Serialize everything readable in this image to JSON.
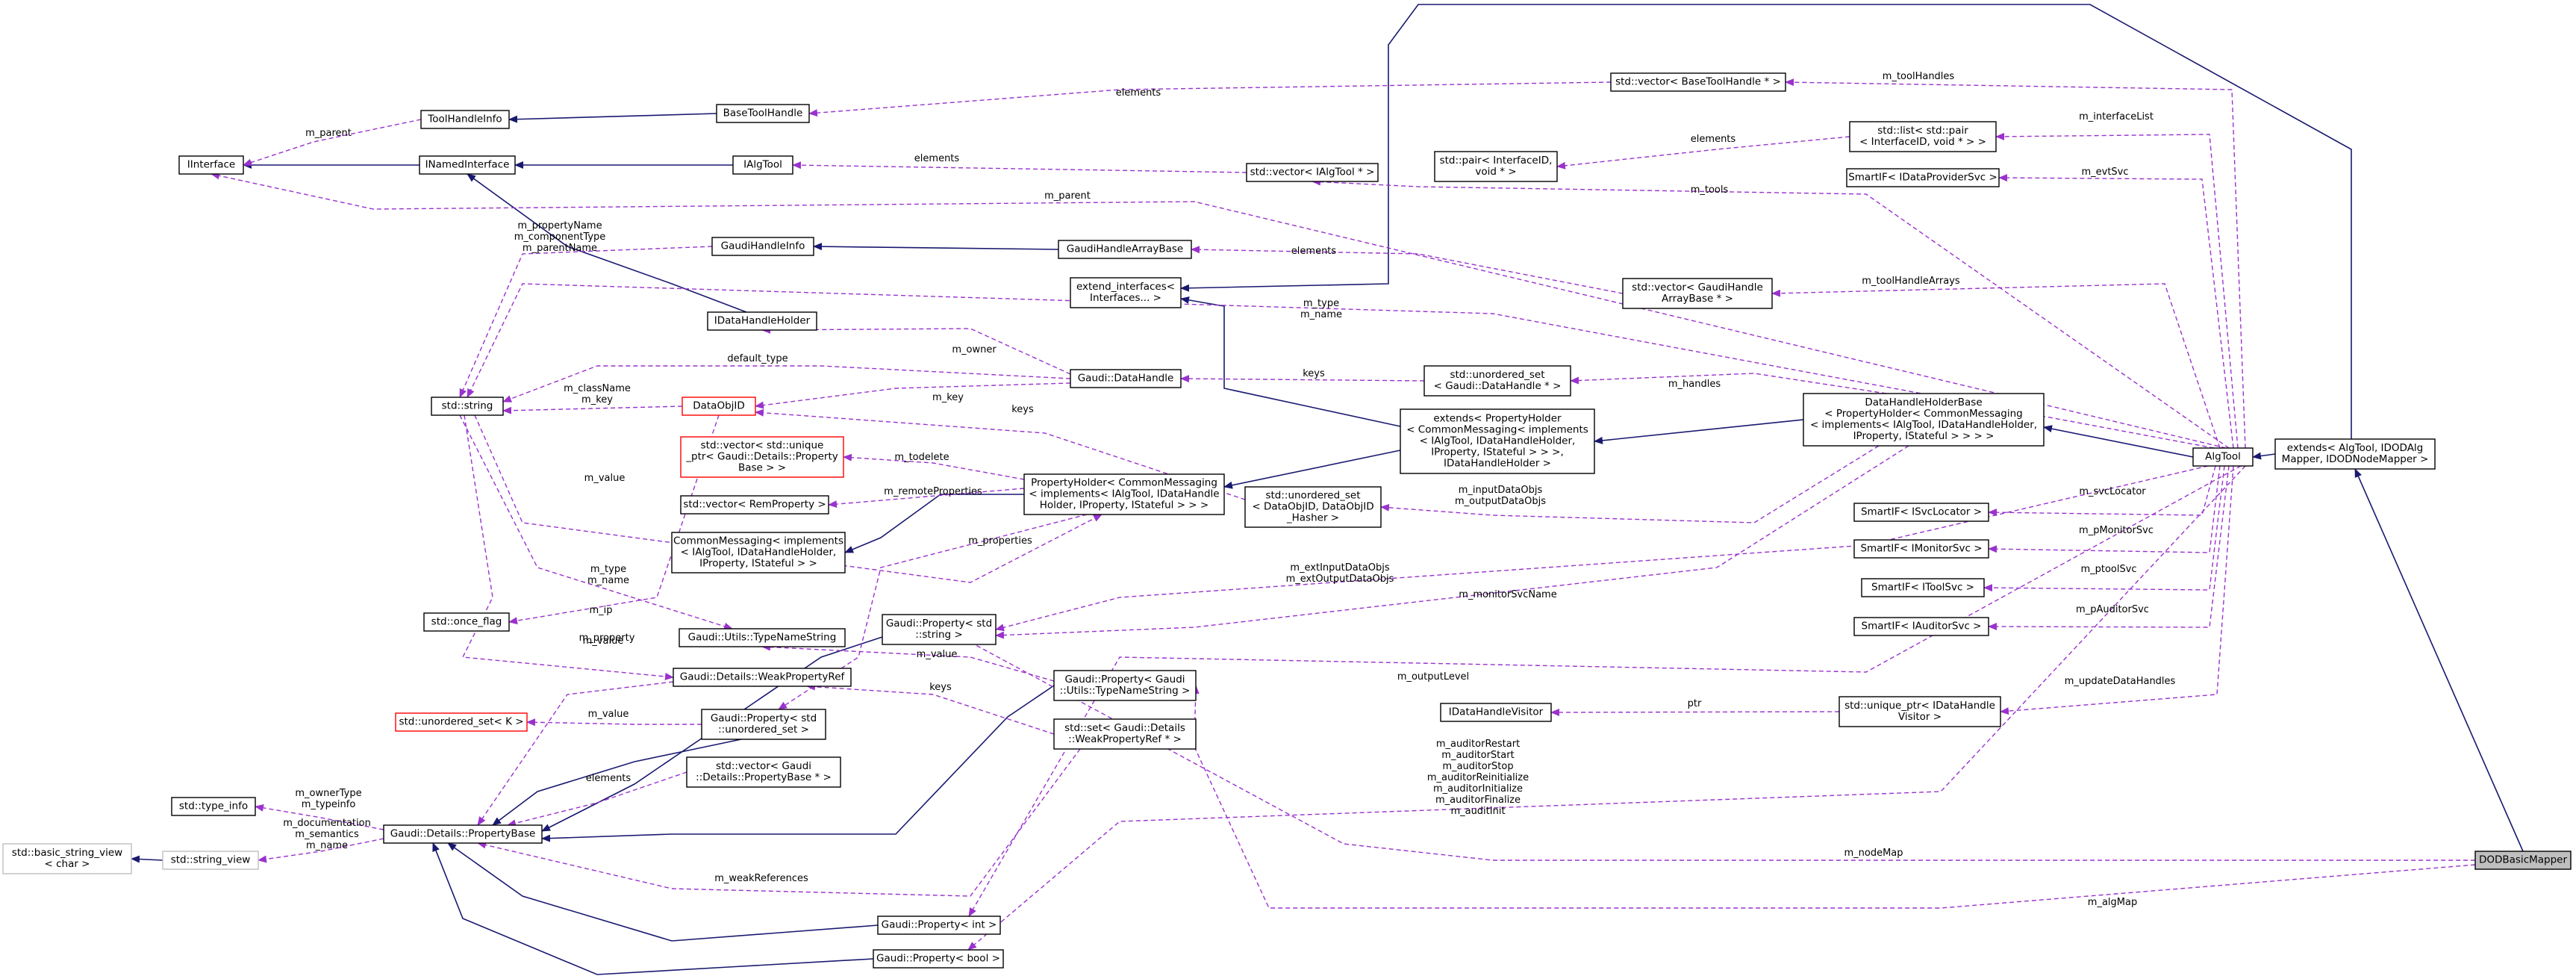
{
  "colors": {
    "inheritance": "#191970",
    "usage": "#9a32cd",
    "highlight": "#bfbfbf",
    "missing": "#ff0000",
    "external": "#bfbfbf"
  },
  "nodes": {
    "iinterface": [
      "IInterface"
    ],
    "toolhandleinfo": [
      "ToolHandleInfo"
    ],
    "inamedinterface": [
      "INamedInterface"
    ],
    "basetoolhandle": [
      "BaseToolHandle"
    ],
    "ialgtool": [
      "IAlgTool"
    ],
    "gaudihandleinfo": [
      "GaudiHandleInfo"
    ],
    "idatahandleholder": [
      "IDataHandleHolder"
    ],
    "stdstring": [
      "std::string"
    ],
    "dataobjid": [
      "DataObjID"
    ],
    "vec_unique_ptr": [
      "std::vector< std::unique",
      "_ptr< Gaudi::Details::Property",
      "Base > >"
    ],
    "vec_remprop": [
      "std::vector< RemProperty >"
    ],
    "commonmessaging": [
      "CommonMessaging< implements",
      "< IAlgTool, IDataHandleHolder,",
      "IProperty, IStateful > >"
    ],
    "once_flag": [
      "std::once_flag"
    ],
    "typenamestring": [
      "Gaudi::Utils::TypeNameString"
    ],
    "weakpropref": [
      "Gaudi::Details::WeakPropertyRef"
    ],
    "unordered_set_k": [
      "std::unordered_set< K >"
    ],
    "type_info": [
      "std::type_info"
    ],
    "basic_string_view": [
      "std::basic_string_view",
      "< char >"
    ],
    "string_view": [
      "std::string_view"
    ],
    "propertybase": [
      "Gaudi::Details::PropertyBase"
    ],
    "prop_unordered_set": [
      "Gaudi::Property< std",
      "::unordered_set >"
    ],
    "vec_propbase": [
      "std::vector< Gaudi",
      "::Details::PropertyBase * >"
    ],
    "prop_string": [
      "Gaudi::Property< std",
      "::string >"
    ],
    "prop_tns": [
      "Gaudi::Property< Gaudi",
      "::Utils::TypeNameString >"
    ],
    "set_weakpropref": [
      "std::set< Gaudi::Details",
      "::WeakPropertyRef * >"
    ],
    "prop_int": [
      "Gaudi::Property< int >"
    ],
    "prop_bool": [
      "Gaudi::Property< bool >"
    ],
    "propertyholder": [
      "PropertyHolder< CommonMessaging",
      "< implements< IAlgTool, IDataHandle",
      "Holder, IProperty, IStateful > > >"
    ],
    "datahandle": [
      "Gaudi::DataHandle"
    ],
    "gaudihandlearraybase": [
      "GaudiHandleArrayBase"
    ],
    "extend_interfaces": [
      "extend_interfaces<",
      "Interfaces... >"
    ],
    "vec_ialgtool": [
      "std::vector< IAlgTool * >"
    ],
    "vec_basetoolhandle": [
      "std::vector< BaseToolHandle * >"
    ],
    "pair_iid": [
      "std::pair< InterfaceID,",
      "void * >"
    ],
    "extends_propholder": [
      "extends< PropertyHolder",
      "< CommonMessaging< implements",
      "< IAlgTool, IDataHandleHolder,",
      "IProperty, IStateful > > >,",
      "IDataHandleHolder >"
    ],
    "unordered_set_dh": [
      "std::unordered_set",
      "< Gaudi::DataHandle * >"
    ],
    "unordered_set_dataobjid": [
      "std::unordered_set",
      "< DataObjID, DataObjID",
      "_Hasher >"
    ],
    "vec_gaudihandlearray": [
      "std::vector< GaudiHandle",
      "ArrayBase * >"
    ],
    "list_pair": [
      "std::list< std::pair",
      "< InterfaceID, void * > >"
    ],
    "smartif_dataprovider": [
      "SmartIF< IDataProviderSvc >"
    ],
    "datahandleholderbase": [
      "DataHandleHolderBase",
      "< PropertyHolder< CommonMessaging",
      "< implements< IAlgTool, IDataHandleHolder,",
      "IProperty, IStateful > > > >"
    ],
    "idatahandlevisitor": [
      "IDataHandleVisitor"
    ],
    "unique_ptr_visitor": [
      "std::unique_ptr< IDataHandle",
      "Visitor >"
    ],
    "smartif_svclocator": [
      "SmartIF< ISvcLocator >"
    ],
    "smartif_monitor": [
      "SmartIF< IMonitorSvc >"
    ],
    "smartif_toolsvc": [
      "SmartIF< IToolSvc >"
    ],
    "smartif_auditor": [
      "SmartIF< IAuditorSvc >"
    ],
    "algtool": [
      "AlgTool"
    ],
    "extends_algtool": [
      "extends< AlgTool, IDODAlg",
      "Mapper, IDODNodeMapper >"
    ],
    "dodbasicmapper": [
      "DODBasicMapper"
    ]
  },
  "edge_labels": {
    "m_parent_ti": [
      "m_parent"
    ],
    "elements_bth": [
      "elements"
    ],
    "elements_iat": [
      "elements"
    ],
    "elements_gha": [
      "elements"
    ],
    "elements_pair": [
      "elements"
    ],
    "m_toolHandles": [
      "m_toolHandles"
    ],
    "m_interfaceList": [
      "m_interfaceList"
    ],
    "m_evtSvc": [
      "m_evtSvc"
    ],
    "m_tools": [
      "m_tools"
    ],
    "m_parent_at": [
      "m_parent"
    ],
    "m_toolHandleArrays": [
      "m_toolHandleArrays"
    ],
    "m_type_name_at": [
      "m_type",
      "m_name"
    ],
    "m_propertyName": [
      "m_propertyName",
      "m_componentType",
      "m_parentName"
    ],
    "m_owner": [
      "m_owner"
    ],
    "default_type": [
      "default_type"
    ],
    "keys_dh": [
      "keys"
    ],
    "m_handles": [
      "m_handles"
    ],
    "m_className": [
      "m_className",
      "m_key"
    ],
    "m_key": [
      "m_key"
    ],
    "keys_doi": [
      "keys"
    ],
    "m_todelete": [
      "m_todelete"
    ],
    "m_remoteProperties": [
      "m_remoteProperties"
    ],
    "m_inputDataObjs": [
      "m_inputDataObjs",
      "m_outputDataObjs"
    ],
    "m_value_str": [
      "m_value"
    ],
    "m_properties": [
      "m_properties"
    ],
    "m_type_name_tns": [
      "m_type",
      "m_name"
    ],
    "m_extInputDataObjs": [
      "m_extInputDataObjs",
      "m_extOutputDataObjs"
    ],
    "m_monitorSvcName": [
      "m_monitorSvcName"
    ],
    "m_svcLocator": [
      "m_svcLocator"
    ],
    "m_pMonitorSvc": [
      "m_pMonitorSvc"
    ],
    "m_ptoolSvc": [
      "m_ptoolSvc"
    ],
    "m_pAuditorSvc": [
      "m_pAuditorSvc"
    ],
    "m_updateDataHandles": [
      "m_updateDataHandles"
    ],
    "m_ip": [
      "m_ip"
    ],
    "m_value_tns": [
      "m_value"
    ],
    "m_value_wpr": [
      "m_value"
    ],
    "keys_set": [
      "keys"
    ],
    "m_property": [
      "m_property"
    ],
    "m_value_uset": [
      "m_value"
    ],
    "m_outputLevel": [
      "m_outputLevel"
    ],
    "ptr": [
      "ptr"
    ],
    "m_auditor": [
      "m_auditorRestart",
      "m_auditorStart",
      "m_auditorStop",
      "m_auditorReinitialize",
      "m_auditorInitialize",
      "m_auditorFinalize",
      "m_auditInit"
    ],
    "m_ownerType": [
      "m_ownerType",
      "m_typeinfo"
    ],
    "elements_vpb": [
      "elements"
    ],
    "m_documentation": [
      "m_documentation",
      "m_semantics",
      "m_name"
    ],
    "m_weakReferences": [
      "m_weakReferences"
    ],
    "m_nodeMap": [
      "m_nodeMap"
    ],
    "m_algMap": [
      "m_algMap"
    ]
  }
}
